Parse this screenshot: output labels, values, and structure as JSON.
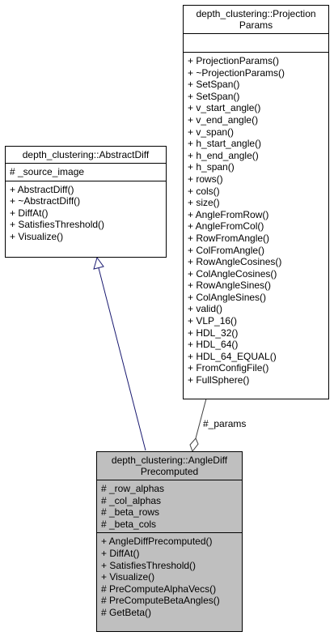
{
  "classes": {
    "projection_params": {
      "title_line1": "depth_clustering::Projection",
      "title_line2": "Params",
      "attributes": [],
      "methods": [
        "+ ProjectionParams()",
        "+ ~ProjectionParams()",
        "+ SetSpan()",
        "+ SetSpan()",
        "+ v_start_angle()",
        "+ v_end_angle()",
        "+ v_span()",
        "+ h_start_angle()",
        "+ h_end_angle()",
        "+ h_span()",
        "+ rows()",
        "+ cols()",
        "+ size()",
        "+ AngleFromRow()",
        "+ AngleFromCol()",
        "+ RowFromAngle()",
        "+ ColFromAngle()",
        "+ RowAngleCosines()",
        "+ ColAngleCosines()",
        "+ RowAngleSines()",
        "+ ColAngleSines()",
        "+ valid()",
        "+ VLP_16()",
        "+ HDL_32()",
        "+ HDL_64()",
        "+ HDL_64_EQUAL()",
        "+ FromConfigFile()",
        "+ FullSphere()"
      ]
    },
    "abstract_diff": {
      "title_line1": "depth_clustering::AbstractDiff",
      "attributes": [
        "# _source_image"
      ],
      "methods": [
        "+ AbstractDiff()",
        "+ ~AbstractDiff()",
        "+ DiffAt()",
        "+ SatisfiesThreshold()",
        "+ Visualize()"
      ]
    },
    "angle_diff_precomputed": {
      "title_line1": "depth_clustering::AngleDiff",
      "title_line2": "Precomputed",
      "attributes": [
        "# _row_alphas",
        "# _col_alphas",
        "# _beta_rows",
        "# _beta_cols"
      ],
      "methods": [
        "+ AngleDiffPrecomputed()",
        "+ DiffAt()",
        "+ SatisfiesThreshold()",
        "+ Visualize()",
        "# PreComputeAlphaVecs()",
        "# PreComputeBetaAngles()",
        "# GetBeta()"
      ]
    }
  },
  "edges": {
    "params_label": "#_params"
  },
  "colors": {
    "inheritance_edge": "#191970",
    "association_edge": "#404040",
    "highlight_fill": "#bfbfbf"
  }
}
